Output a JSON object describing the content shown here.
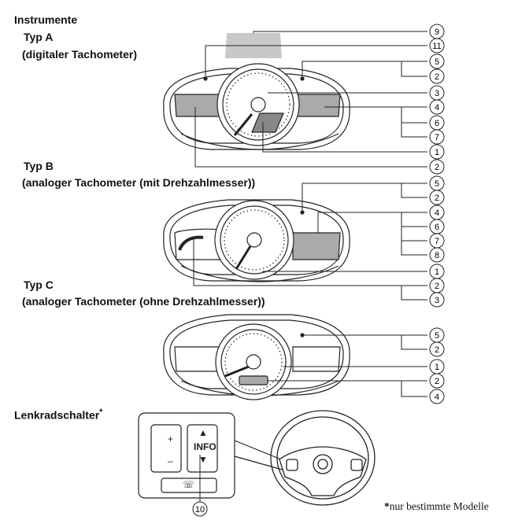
{
  "heading": "Instrumente",
  "type_a": {
    "title": "Typ A",
    "subtitle": "(digitaler Tachometer)"
  },
  "type_b": {
    "title": "Typ B",
    "subtitle": "(analoger Tachometer (mit Drehzahlmesser))"
  },
  "type_c": {
    "title": "Typ C",
    "subtitle": "(analoger Tachometer (ohne Drehzahlmesser))"
  },
  "steering": {
    "title": "Lenkradschalter",
    "mark": "*"
  },
  "footnote": {
    "mark": "*",
    "text": "nur bestimmte Modelle"
  },
  "switch_labels": {
    "info": "INFO"
  },
  "callouts": {
    "a": [
      "9",
      "11",
      "5",
      "2",
      "3",
      "4",
      "6",
      "7",
      "1",
      "2"
    ],
    "b": [
      "5",
      "2",
      "4",
      "6",
      "7",
      "8",
      "1",
      "2",
      "3"
    ],
    "c": [
      "5",
      "2",
      "1",
      "2",
      "4"
    ],
    "steering": [
      "10"
    ]
  },
  "colors": {
    "display_gray": "#aaaaaa",
    "outline": "#222222",
    "hud": "#c8c8c8"
  }
}
